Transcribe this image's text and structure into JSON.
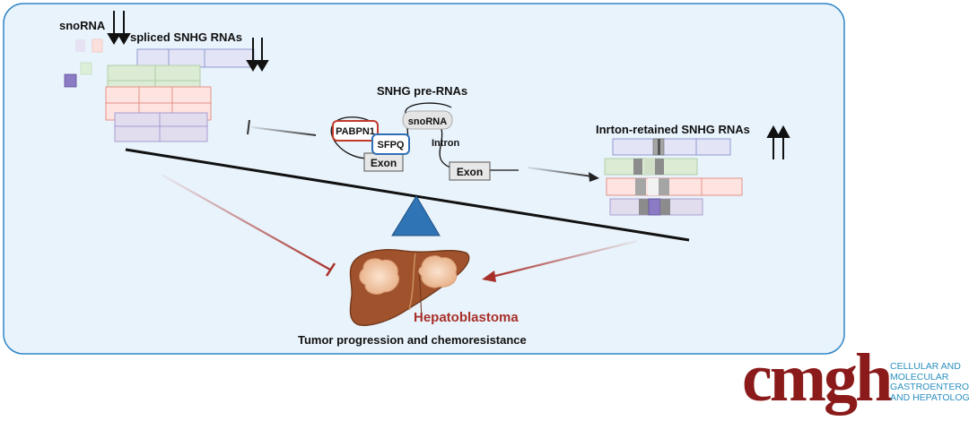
{
  "labels": {
    "snorna_top": "snoRNA",
    "spliced": "spliced SNHG RNAs",
    "pre_rnas": "SNHG pre-RNAs",
    "pabpn1": "PABPN1",
    "sfpq": "SFPQ",
    "snorna_box": "snoRNA",
    "intron": "Intron",
    "exon_left": "Exon",
    "exon_right": "Exon",
    "retained": "Inrton-retained SNHG RNAs",
    "disease": "Hepatoblastoma",
    "outcome": "Tumor progression and chemoresistance"
  },
  "brand": {
    "word": "cmgh",
    "lines": [
      "CELLULAR AND",
      "MOLECULAR",
      "GASTROENTEROLOGY",
      "AND HEPATOLOGY"
    ]
  },
  "colors": {
    "panel_bg": "#e9f3fb",
    "panel_border": "#2f86c6",
    "fulcrum": "#2f74b5",
    "inhibit_arrow": "#a8302a",
    "disease_text": "#a8302a",
    "liver": "#a0522d",
    "tumor": "#f3c9a6",
    "brand_word": "#8b1a1a",
    "brand_lines": "#2a8fbf"
  }
}
